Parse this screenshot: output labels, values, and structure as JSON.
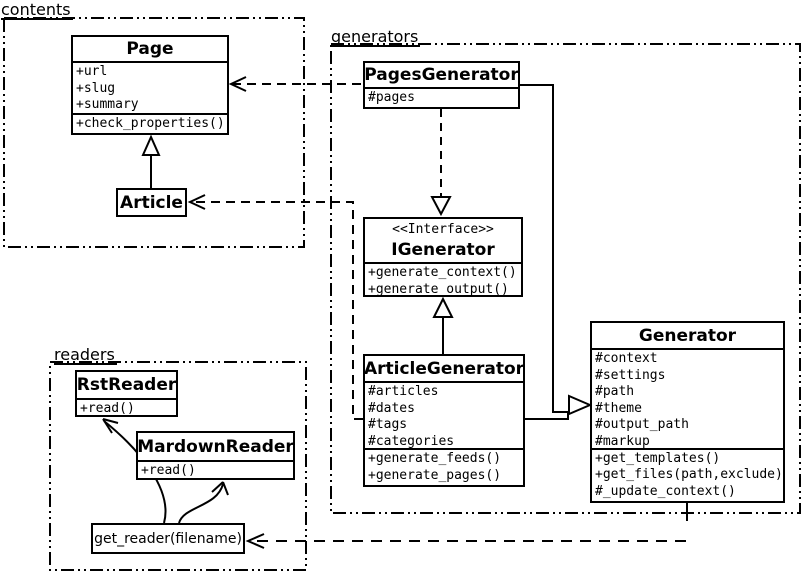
{
  "diagram": {
    "kind": "uml-class-diagram",
    "colors": {
      "background": "#ffffff",
      "line": "#000000",
      "box_fill": "#ffffff",
      "text": "#000000"
    },
    "packages": {
      "contents": {
        "label": "contents"
      },
      "generators": {
        "label": "generators"
      },
      "readers": {
        "label": "readers"
      }
    },
    "classes": {
      "page": {
        "name": "Page",
        "attributes": [
          "+url",
          "+slug",
          "+summary"
        ],
        "methods": [
          "+check_properties()"
        ]
      },
      "article": {
        "name": "Article"
      },
      "pages_generator": {
        "name": "PagesGenerator",
        "attributes": [
          "#pages"
        ]
      },
      "igenerator": {
        "stereotype": "<<Interface>>",
        "name": "IGenerator",
        "methods": [
          "+generate_context()",
          "+generate_output()"
        ]
      },
      "article_generator": {
        "name": "ArticleGenerator",
        "attributes": [
          "#articles",
          "#dates",
          "#tags",
          "#categories"
        ],
        "methods": [
          "+generate_feeds()",
          "+generate_pages()"
        ]
      },
      "generator": {
        "name": "Generator",
        "attributes": [
          "#context",
          "#settings",
          "#path",
          "#theme",
          "#output_path",
          "#markup"
        ],
        "methods": [
          "+get_templates()",
          "+get_files(path,exclude)",
          "#_update_context()"
        ]
      },
      "rst_reader": {
        "name": "RstReader",
        "methods": [
          "+read()"
        ]
      },
      "mardown_reader": {
        "name": "MardownReader",
        "methods": [
          "+read()"
        ]
      }
    },
    "nodes": {
      "get_reader": {
        "label": "get_reader(filename)"
      }
    },
    "relations": [
      {
        "from": "Article",
        "to": "Page",
        "type": "inheritance-solid-hollow-triangle"
      },
      {
        "from": "PagesGenerator",
        "to": "Page",
        "type": "dependency-dashed-open-arrow"
      },
      {
        "from": "PagesGenerator",
        "to": "IGenerator",
        "type": "realization-dashed-hollow-triangle"
      },
      {
        "from": "ArticleGenerator",
        "to": "IGenerator",
        "type": "inheritance-solid-hollow-triangle"
      },
      {
        "from": "PagesGenerator",
        "to": "Generator",
        "type": "inheritance-solid-hollow-triangle"
      },
      {
        "from": "ArticleGenerator",
        "to": "Generator",
        "type": "inheritance-solid-hollow-triangle"
      },
      {
        "from": "ArticleGenerator",
        "to": "Article",
        "type": "dependency-dashed-open-arrow"
      },
      {
        "from": "Generator",
        "to": "get_reader(filename)",
        "type": "dependency-dashed-open-arrow"
      },
      {
        "from": "get_reader(filename)",
        "to": "RstReader",
        "type": "curved-open-arrow"
      },
      {
        "from": "get_reader(filename)",
        "to": "MardownReader",
        "type": "curved-open-arrow"
      }
    ]
  }
}
